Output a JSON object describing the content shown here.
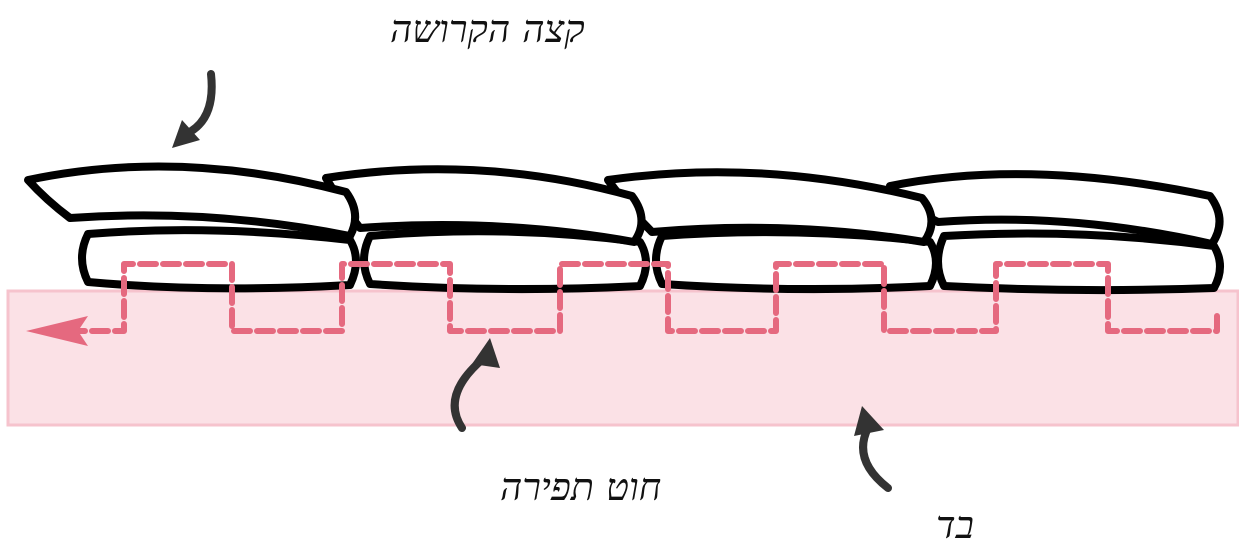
{
  "labels": {
    "edge": "קצה הקרושה",
    "thread": "חוט תפירה",
    "fabric": "בד"
  },
  "colors": {
    "fabric_fill": "#fbe1e6",
    "fabric_border": "#f6c3cd",
    "thread": "#e5697f",
    "outline": "#000000",
    "arrow": "#333333"
  },
  "icons": {
    "pointer": "curved-arrow-icon",
    "direction": "arrowhead-icon"
  }
}
